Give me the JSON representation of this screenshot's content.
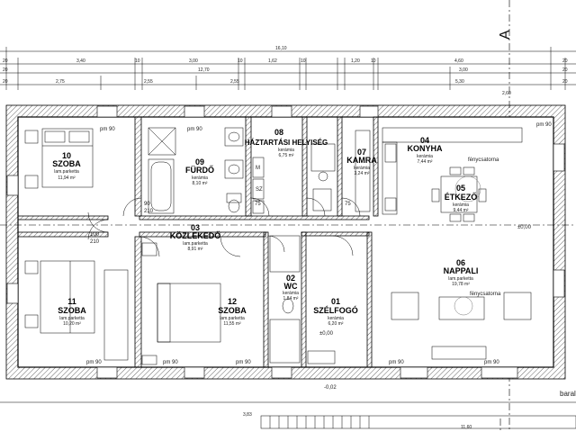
{
  "section_marker": "A",
  "dimensions": {
    "total_width": "16,10",
    "row1": [
      "20",
      "3,40",
      "10",
      "3,00",
      "10",
      "1,62",
      "10",
      "1,20",
      "10",
      "4,60",
      "20"
    ],
    "row2": [
      "20",
      "12,70",
      "3,00",
      "20"
    ],
    "row3": [
      "20",
      "2,75",
      "2,55",
      "2,55",
      "5,30",
      "20"
    ],
    "right_top": "2,60",
    "bottom": [
      "3,83",
      "11,60"
    ]
  },
  "rooms": [
    {
      "id": "r10",
      "number": "10",
      "name": "SZOBA",
      "floor": "lam.parketta",
      "area": "11,94 m²"
    },
    {
      "id": "r09",
      "number": "09",
      "name": "FÜRDŐ",
      "floor": "kerámia",
      "area": "8,10 m²"
    },
    {
      "id": "r08",
      "number": "08",
      "name": "HÁZTARTÁSI HELYISÉG",
      "floor": "kerámia",
      "area": "6,75 m²"
    },
    {
      "id": "r07",
      "number": "07",
      "name": "KAMRA",
      "floor": "kerámia",
      "area": "3,24 m²"
    },
    {
      "id": "r04",
      "number": "04",
      "name": "KONYHA",
      "floor": "kerámia",
      "area": "7,44 m²"
    },
    {
      "id": "r05",
      "number": "05",
      "name": "ÉTKEZŐ",
      "floor": "kerámia",
      "area": "9,44 m²"
    },
    {
      "id": "r03",
      "number": "03",
      "name": "KÖZLEKEDŐ",
      "floor": "lam.parketta",
      "area": "8,91 m²"
    },
    {
      "id": "r06",
      "number": "06",
      "name": "NAPPALI",
      "floor": "lam.parketta",
      "area": "19,78 m²"
    },
    {
      "id": "r11",
      "number": "11",
      "name": "SZOBA",
      "floor": "lam.parketta",
      "area": "10,20 m²"
    },
    {
      "id": "r12",
      "number": "12",
      "name": "SZOBA",
      "floor": "lam.parketta",
      "area": "11,55 m²"
    },
    {
      "id": "r02",
      "number": "02",
      "name": "WC",
      "floor": "kerámia",
      "area": "1,84 m²"
    },
    {
      "id": "r01",
      "number": "01",
      "name": "SZÉLFOGÓ",
      "floor": "kerámia",
      "area": "6,20 m²"
    }
  ],
  "annotations": {
    "skylight": "fénycsatorna",
    "window_sill": "pm 90",
    "door_w1": "90",
    "door_w2": "75",
    "door_h": "210",
    "door_w3": "100",
    "level_0": "±0,00",
    "level_m": "-0,02",
    "sz_label": "SZ",
    "m_label": "M",
    "cut_text": "baral"
  }
}
